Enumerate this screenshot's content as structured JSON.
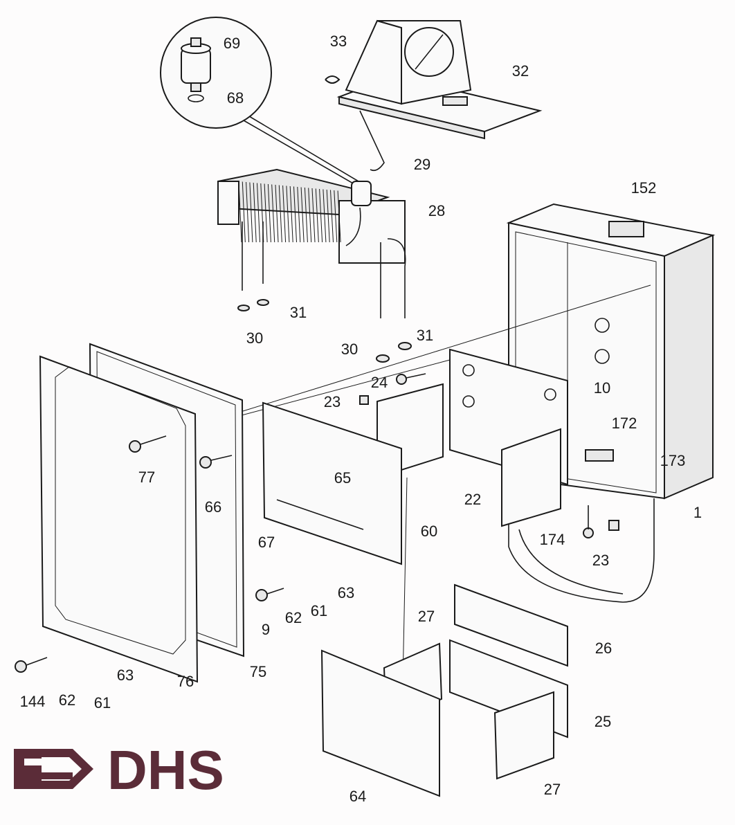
{
  "title": "Boiler exploded parts diagram",
  "logo": {
    "text": "DHS",
    "color": "#5b2c38"
  },
  "labels": {
    "l69": "69",
    "l68": "68",
    "l33": "33",
    "l32": "32",
    "l29": "29",
    "l28": "28",
    "l152": "152",
    "l31a": "31",
    "l30a": "30",
    "l30b": "30",
    "l31b": "31",
    "l24": "24",
    "l23a": "23",
    "l10": "10",
    "l172": "172",
    "l173": "173",
    "l77": "77",
    "l66": "66",
    "l65": "65",
    "l22": "22",
    "l60": "60",
    "l1": "1",
    "l67": "67",
    "l174": "174",
    "l23b": "23",
    "l63a": "63",
    "l9": "9",
    "l62a": "62",
    "l61a": "61",
    "l27a": "27",
    "l26": "26",
    "l63b": "63",
    "l75": "75",
    "l76": "76",
    "l144": "144",
    "l62b": "62",
    "l61b": "61",
    "l25": "25",
    "l27b": "27",
    "l64": "64"
  }
}
